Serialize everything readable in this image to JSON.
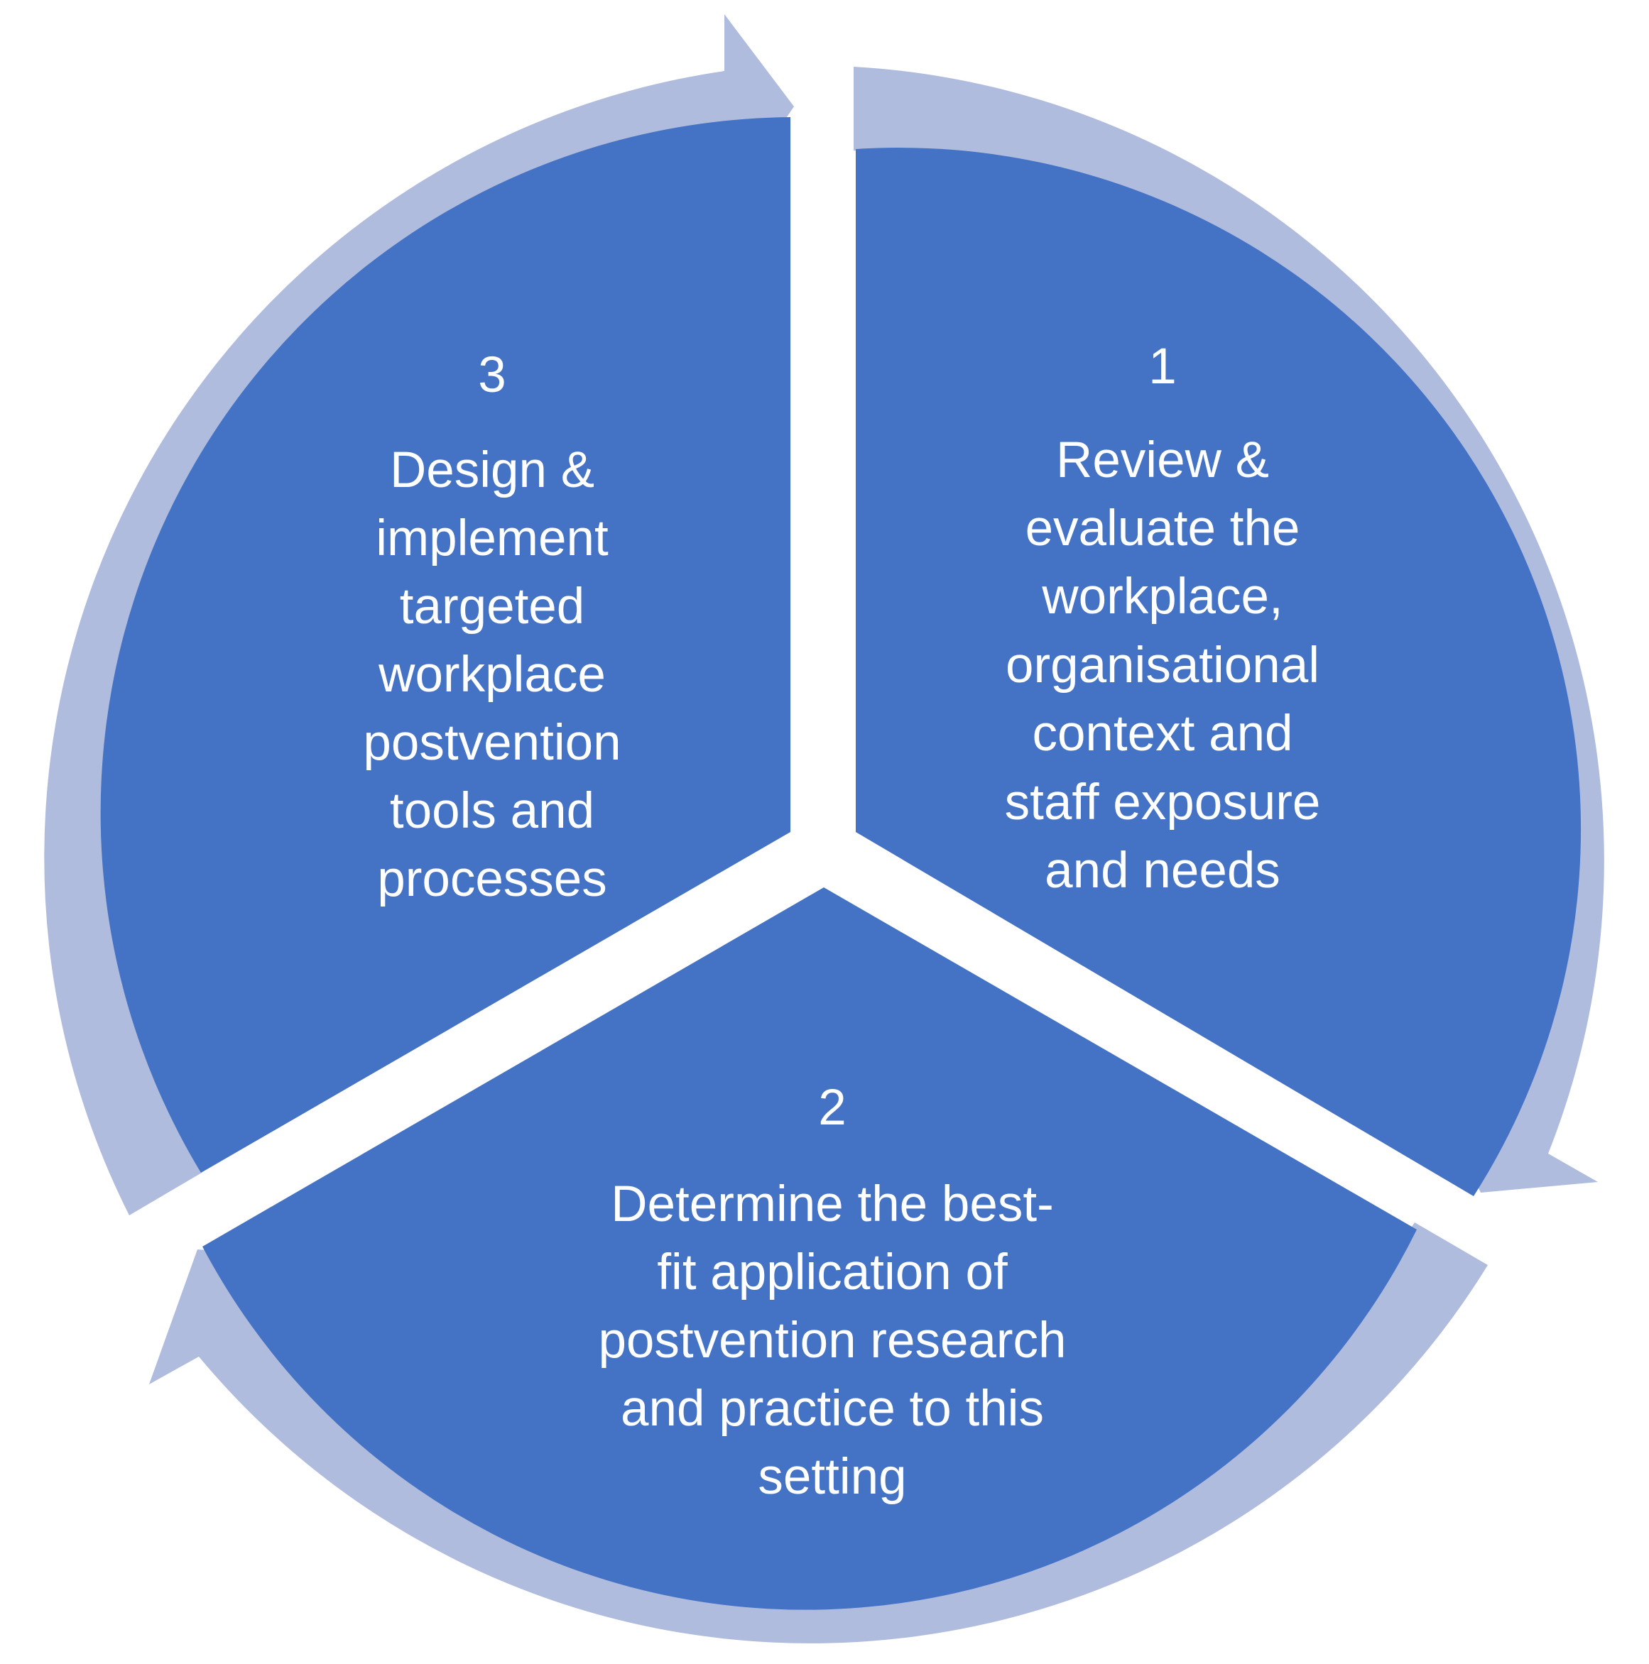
{
  "colors": {
    "segment_fill": "#4472C4",
    "arrow_ring": "#B0BCDE",
    "text": "#FFFFFF",
    "background": "#FFFFFF"
  },
  "steps": [
    {
      "number": "1",
      "lines": [
        "Review &",
        "evaluate the",
        "workplace,",
        "organisational",
        "context and",
        "staff exposure",
        "and needs"
      ]
    },
    {
      "number": "2",
      "lines": [
        "Determine the best-",
        "fit application of",
        "postvention research",
        "and practice to this",
        "setting"
      ]
    },
    {
      "number": "3",
      "lines": [
        "Design &",
        "implement",
        "targeted",
        "workplace",
        "postvention",
        "tools and",
        "processes"
      ]
    }
  ]
}
